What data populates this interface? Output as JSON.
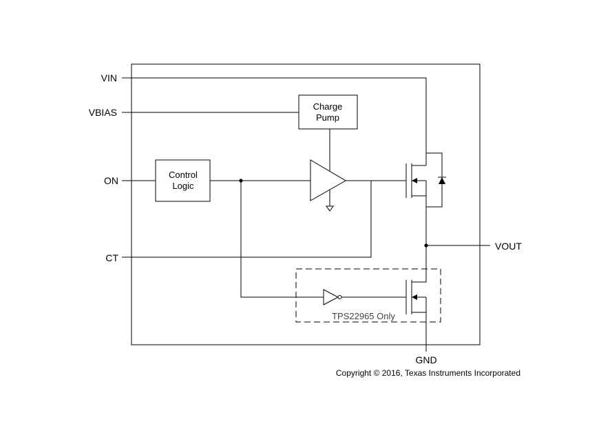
{
  "pins": {
    "vin": "VIN",
    "vbias": "VBIAS",
    "on": "ON",
    "ct": "CT",
    "vout": "VOUT",
    "gnd": "GND"
  },
  "blocks": {
    "charge_pump": {
      "line1": "Charge",
      "line2": "Pump"
    },
    "control_logic": {
      "line1": "Control",
      "line2": "Logic"
    }
  },
  "notes": {
    "variant": "TPS22965 Only"
  },
  "copyright": "Copyright © 2016, Texas Instruments Incorporated"
}
